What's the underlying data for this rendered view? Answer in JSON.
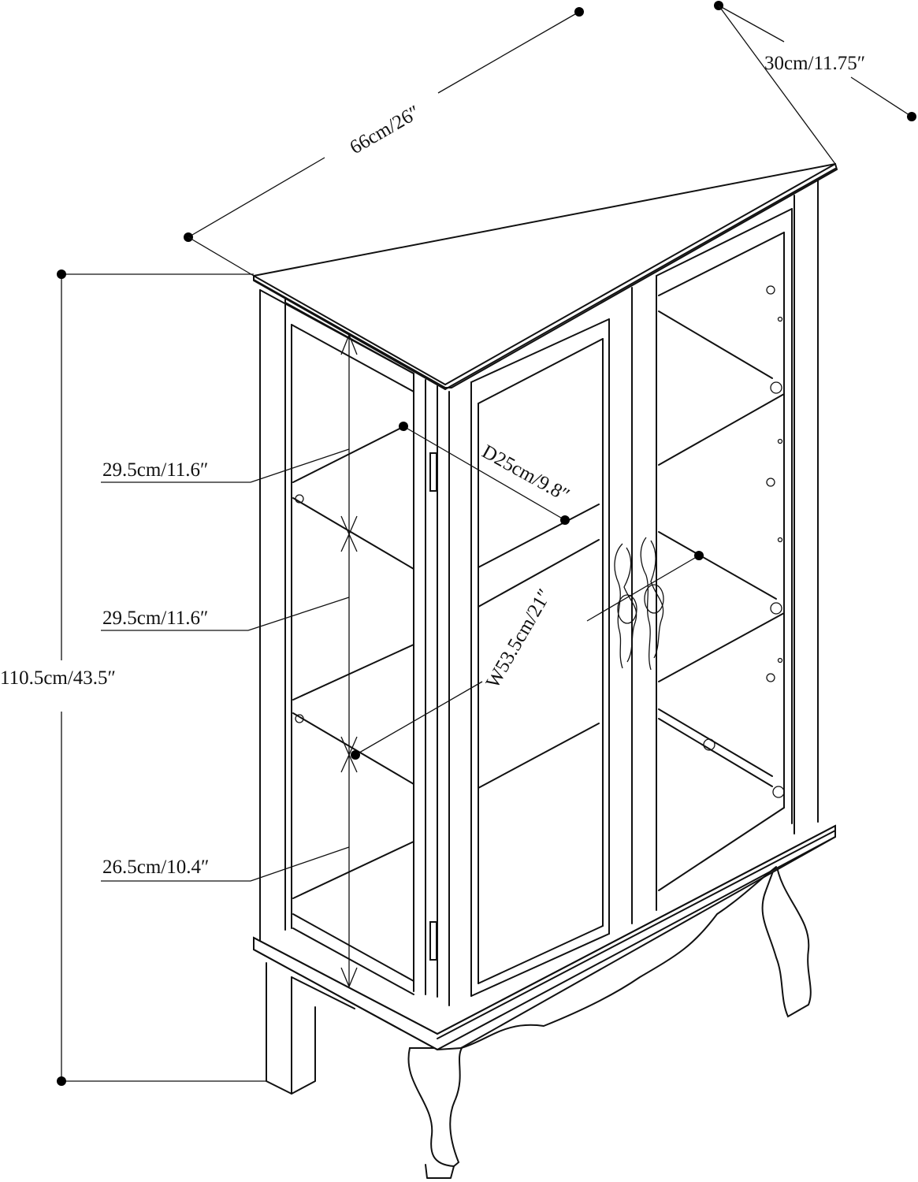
{
  "diagram": {
    "subject": "two-door glass display cabinet with three shelves and cabriole legs",
    "line_color": "#111111",
    "background": "#ffffff"
  },
  "dimensions": {
    "width_top": "66cm/26″",
    "depth_top": "30cm/11.75″",
    "total_height": "110.5cm/43.5″",
    "shelf_spacing_1": "29.5cm/11.6″",
    "shelf_spacing_2": "29.5cm/11.6″",
    "shelf_spacing_bottom": "26.5cm/10.4″",
    "shelf_depth": "D25cm/9.8″",
    "shelf_width": "W53.5cm/21″"
  }
}
